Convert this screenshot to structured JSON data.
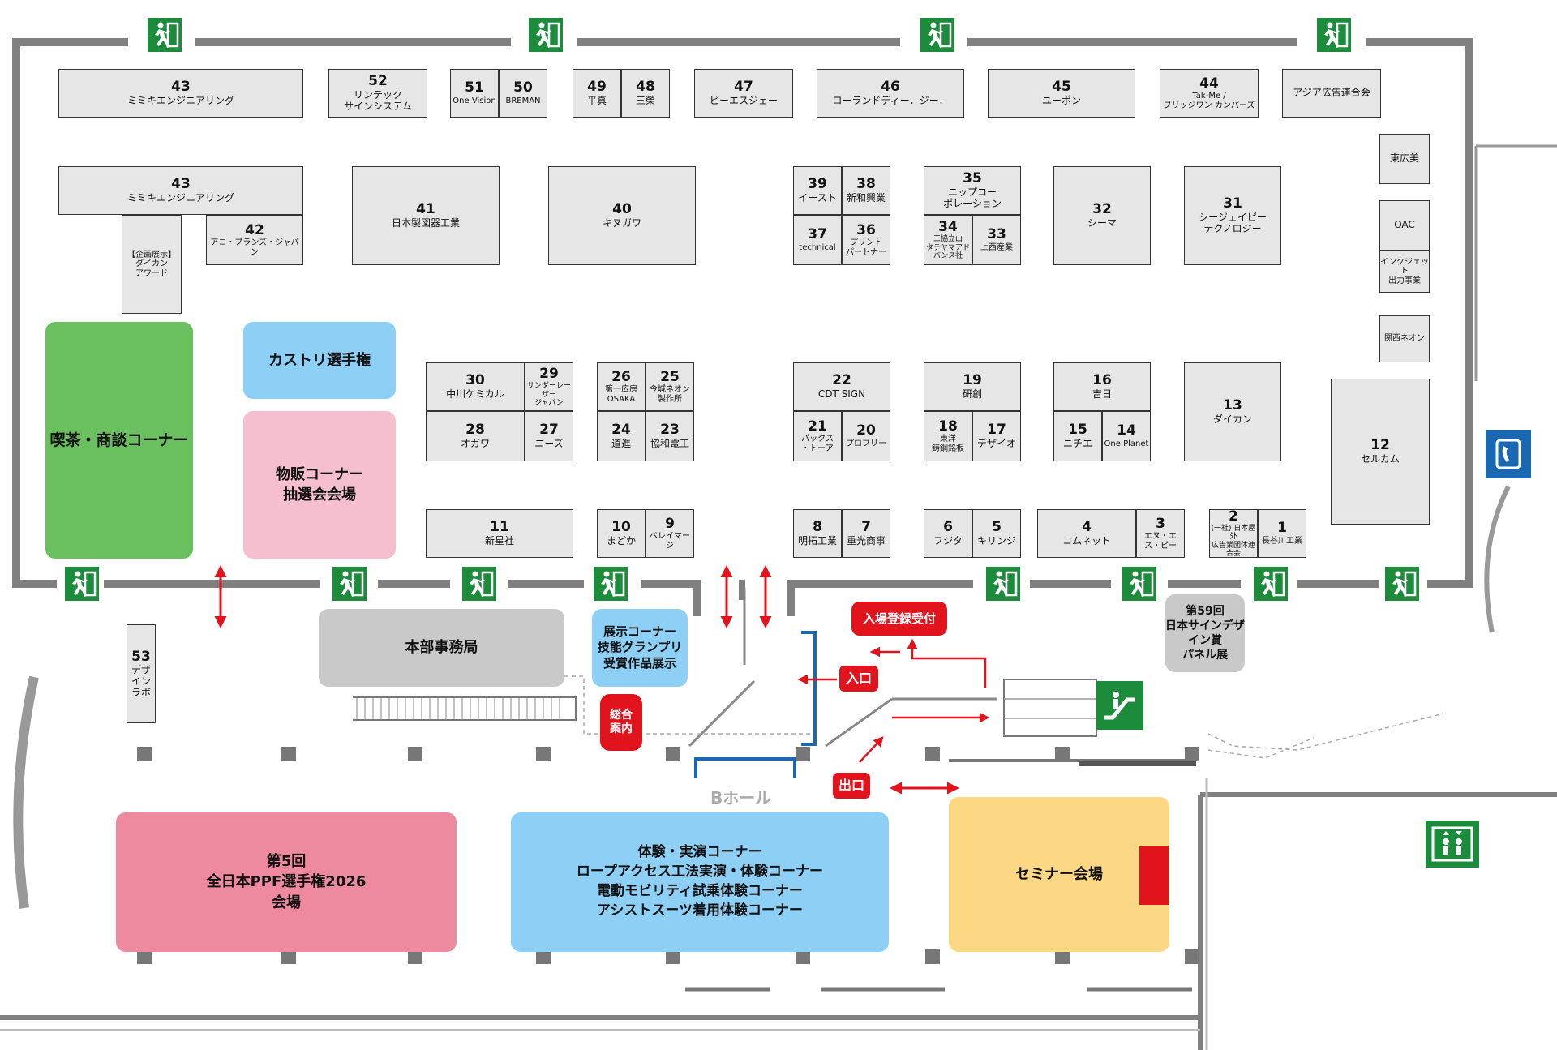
{
  "colors": {
    "booth_fill": "#e6e6e6",
    "wall": "#808080",
    "exit_green": "#1c8c3c",
    "cafe_green": "#6abf5e",
    "light_blue": "#8ed0f5",
    "pink": "#f5bfd0",
    "ppf_pink": "#ee8aa0",
    "seminar_yellow": "#fcd884",
    "office_gray": "#c9c9c9",
    "red": "#e1141e",
    "blue_line": "#1a68b2"
  },
  "booths": [
    {
      "num": "43",
      "name": "ミミキエンジニアリング"
    },
    {
      "num": "52",
      "name": "リンテック\nサインシステム"
    },
    {
      "num": "51",
      "name": "One Vision"
    },
    {
      "num": "50",
      "name": "BREMAN"
    },
    {
      "num": "49",
      "name": "平真"
    },
    {
      "num": "48",
      "name": "三榮"
    },
    {
      "num": "47",
      "name": "ピーエスジェー"
    },
    {
      "num": "46",
      "name": "ローランドディー．ジー．"
    },
    {
      "num": "45",
      "name": "ユーポン"
    },
    {
      "num": "44",
      "name": "Tak-Me /\nブリッジワン カンパーズ"
    },
    {
      "num": "",
      "name": "アジア広告連合会"
    },
    {
      "num": "43",
      "name": "ミミキエンジニアリング"
    },
    {
      "num": "42",
      "name": "アコ・ブランズ・ジャパン"
    },
    {
      "num": "",
      "name": "【企画展示】\nダイカン\nアワード"
    },
    {
      "num": "41",
      "name": "日本製図器工業"
    },
    {
      "num": "40",
      "name": "キヌガワ"
    },
    {
      "num": "39",
      "name": "イースト"
    },
    {
      "num": "38",
      "name": "新和興業"
    },
    {
      "num": "37",
      "name": "technical"
    },
    {
      "num": "36",
      "name": "プリント\nパートナー"
    },
    {
      "num": "35",
      "name": "ニップコー\nポレーション"
    },
    {
      "num": "34",
      "name": "三協立山\nタテヤマアドバンス社"
    },
    {
      "num": "33",
      "name": "上西産業"
    },
    {
      "num": "32",
      "name": "シーマ"
    },
    {
      "num": "31",
      "name": "シージェイピー\nテクノロジー"
    },
    {
      "num": "",
      "name": "東広美"
    },
    {
      "num": "",
      "name": "OAC"
    },
    {
      "num": "",
      "name": "インクジェット\n出力事業"
    },
    {
      "num": "",
      "name": "関西ネオン"
    },
    {
      "num": "30",
      "name": "中川ケミカル"
    },
    {
      "num": "29",
      "name": "サンダーレーザー\nジャパン"
    },
    {
      "num": "28",
      "name": "オガワ"
    },
    {
      "num": "27",
      "name": "ニーズ"
    },
    {
      "num": "26",
      "name": "第一広房\nOSAKA"
    },
    {
      "num": "25",
      "name": "今城ネオン\n製作所"
    },
    {
      "num": "24",
      "name": "道進"
    },
    {
      "num": "23",
      "name": "協和電工"
    },
    {
      "num": "22",
      "name": "CDT SIGN"
    },
    {
      "num": "21",
      "name": "パックス\n・トーア"
    },
    {
      "num": "20",
      "name": "プロフリー"
    },
    {
      "num": "19",
      "name": "研創"
    },
    {
      "num": "18",
      "name": "東洋\n鋳鋼銘板"
    },
    {
      "num": "17",
      "name": "デザイオ"
    },
    {
      "num": "16",
      "name": "吉日"
    },
    {
      "num": "15",
      "name": "ニチエ"
    },
    {
      "num": "14",
      "name": "One Planet"
    },
    {
      "num": "13",
      "name": "ダイカン"
    },
    {
      "num": "12",
      "name": "セルカム"
    },
    {
      "num": "11",
      "name": "新星社"
    },
    {
      "num": "10",
      "name": "まどか"
    },
    {
      "num": "9",
      "name": "ペレイマージ"
    },
    {
      "num": "8",
      "name": "明拓工業"
    },
    {
      "num": "7",
      "name": "重光商事"
    },
    {
      "num": "6",
      "name": "フジタ"
    },
    {
      "num": "5",
      "name": "キリンジ"
    },
    {
      "num": "4",
      "name": "コムネット"
    },
    {
      "num": "3",
      "name": "エヌ・エス・ピー"
    },
    {
      "num": "2",
      "name": "(一社) 日本屋外\n広告業団体連合会"
    },
    {
      "num": "1",
      "name": "長谷川工業"
    },
    {
      "num": "53",
      "name": "デザイン\nラボ"
    }
  ],
  "zones": {
    "cafe": "喫茶・商談コーナー",
    "kastori": "カストリ選手権",
    "goods": "物販コーナー\n抽選会会場",
    "office": "本部事務局",
    "exhibit": "展示コーナー\n技能グランプリ\n受賞作品展示",
    "panel": "第59回\n日本サインデザイン賞\nパネル展",
    "ppf": "第5回\n全日本PPF選手権2026\n会場",
    "experience": "体験・実演コーナー\nロープアクセス工法実演・体験コーナー\n電動モビリティ試乗体験コーナー\nアシストスーツ着用体験コーナー",
    "seminar": "セミナー会場"
  },
  "labels": {
    "registration": "入場登録受付",
    "entrance": "入口",
    "exit_label": "出口",
    "info": "総合\n案内",
    "hall": "Bホール"
  },
  "icons": {
    "exit": "emergency-exit-icon",
    "phone": "telephone-icon",
    "escalator": "escalator-icon",
    "elevator": "elevator-icon"
  }
}
